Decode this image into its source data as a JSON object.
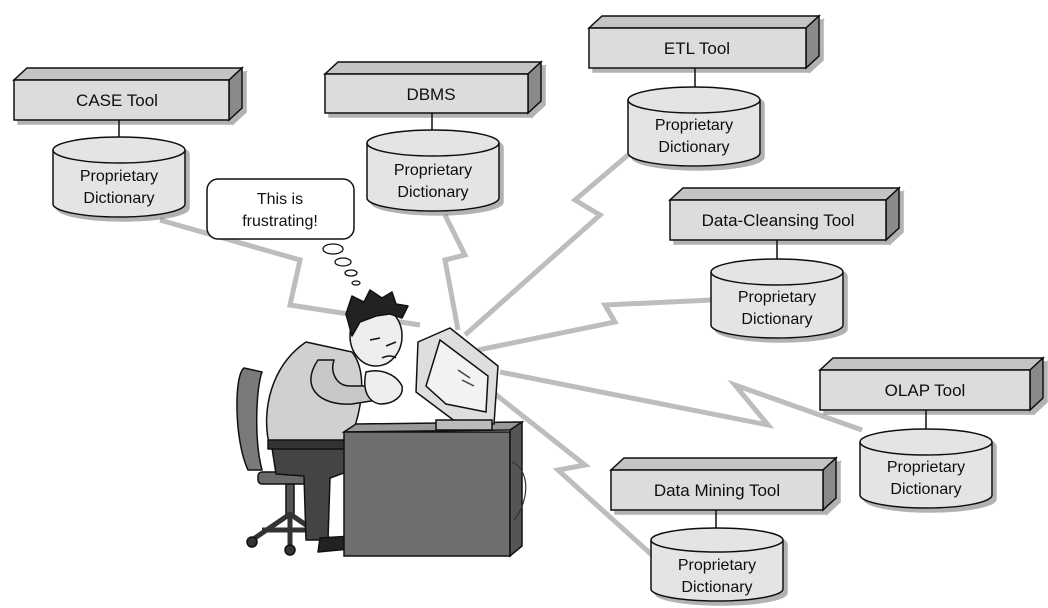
{
  "diagram": {
    "tools": [
      {
        "id": "case",
        "label": "CASE Tool"
      },
      {
        "id": "dbms",
        "label": "DBMS"
      },
      {
        "id": "etl",
        "label": "ETL Tool"
      },
      {
        "id": "cleansing",
        "label": "Data-Cleansing Tool"
      },
      {
        "id": "olap",
        "label": "OLAP Tool"
      },
      {
        "id": "mining",
        "label": "Data Mining Tool"
      }
    ],
    "dictionary": {
      "line1": "Proprietary",
      "line2": "Dictionary"
    },
    "thought_bubble": {
      "line1": "This is",
      "line2": "frustrating!"
    },
    "colors": {
      "box_face": "#dcdcdc",
      "box_top": "#c4c4c4",
      "box_side": "#8a8a8a",
      "cylinder": "#e4e4e4",
      "connector": "#bdbdbd",
      "outline": "#111111"
    }
  }
}
